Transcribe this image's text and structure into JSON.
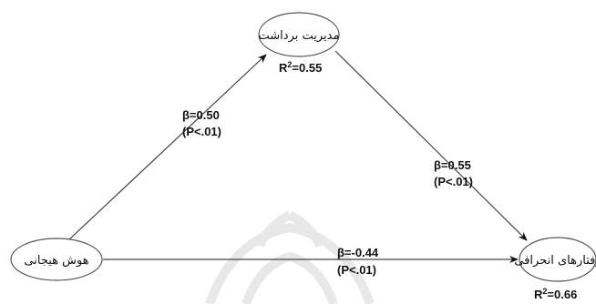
{
  "nodes": {
    "emotional_intelligence": {
      "label": "هوش هیجانی"
    },
    "impression_management": {
      "label": "مدیریت برداشت",
      "r2_label": "R",
      "r2_sup": "2",
      "r2_value": "=0.55"
    },
    "deviant_behavior": {
      "label": "رفتارهای انحرافی",
      "r2_label": "R",
      "r2_sup": "2",
      "r2_value": "=0.66"
    }
  },
  "paths": {
    "ei_to_im": {
      "beta": "β=0.50",
      "p": "(P<.01)"
    },
    "im_to_db": {
      "beta": "β=0.55",
      "p": "(P<.01)"
    },
    "ei_to_db": {
      "beta": "β=-0.44",
      "p": "(P<.01)"
    }
  },
  "colors": {
    "stroke": "#333333",
    "watermark": "#e6e6e6"
  }
}
